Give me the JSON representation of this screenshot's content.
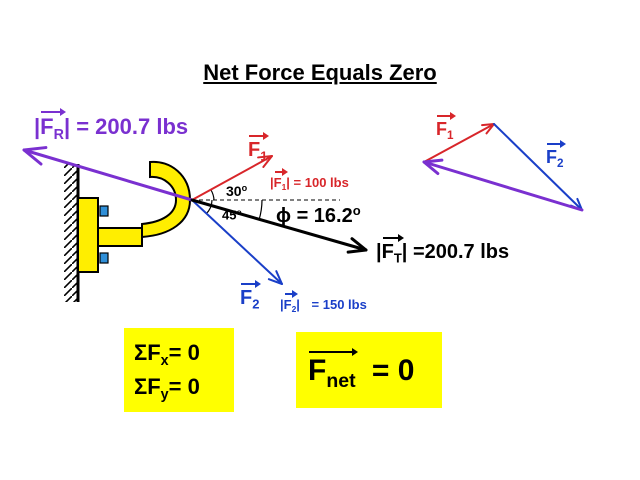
{
  "title": "Net Force Equals Zero",
  "colors": {
    "resultant": "#7a30d0",
    "force1": "#d8262a",
    "force2": "#1a3fc8",
    "total": "#000000",
    "hook_fill": "#ffee00",
    "bolt": "#2f8fd8",
    "box_fill": "#ffff00"
  },
  "labels": {
    "fr_symbol": "F",
    "fr_sub": "R",
    "fr_value": "= 200.7 lbs",
    "f1_symbol": "F",
    "f1_sub": "1",
    "f1_mag_symbol": "F",
    "f1_mag_sub": "1",
    "f1_mag_value": "= 100 lbs",
    "f2_symbol": "F",
    "f2_sub": "2",
    "f2_mag_symbol": "F",
    "f2_mag_sub": "2",
    "f2_mag_value": "= 150 lbs",
    "angle_30": "30",
    "angle_45": "45",
    "degree_mark": "o",
    "phi_symbol": "ϕ",
    "phi_value": "= 16.2",
    "ft_symbol": "F",
    "ft_sub": "T",
    "ft_value": "=200.7 lbs",
    "triangle_f1_symbol": "F",
    "triangle_f1_sub": "1",
    "triangle_f2_symbol": "F",
    "triangle_f2_sub": "2"
  },
  "equations": {
    "sigma": "Σ",
    "sum_fx_symbol": "F",
    "sum_fx_sub": "x",
    "sum_fx_value": "= 0",
    "sum_fy_symbol": "F",
    "sum_fy_sub": "y",
    "sum_fy_value": "= 0",
    "fnet_symbol": "F",
    "fnet_sub": "net",
    "fnet_value": "= 0"
  }
}
